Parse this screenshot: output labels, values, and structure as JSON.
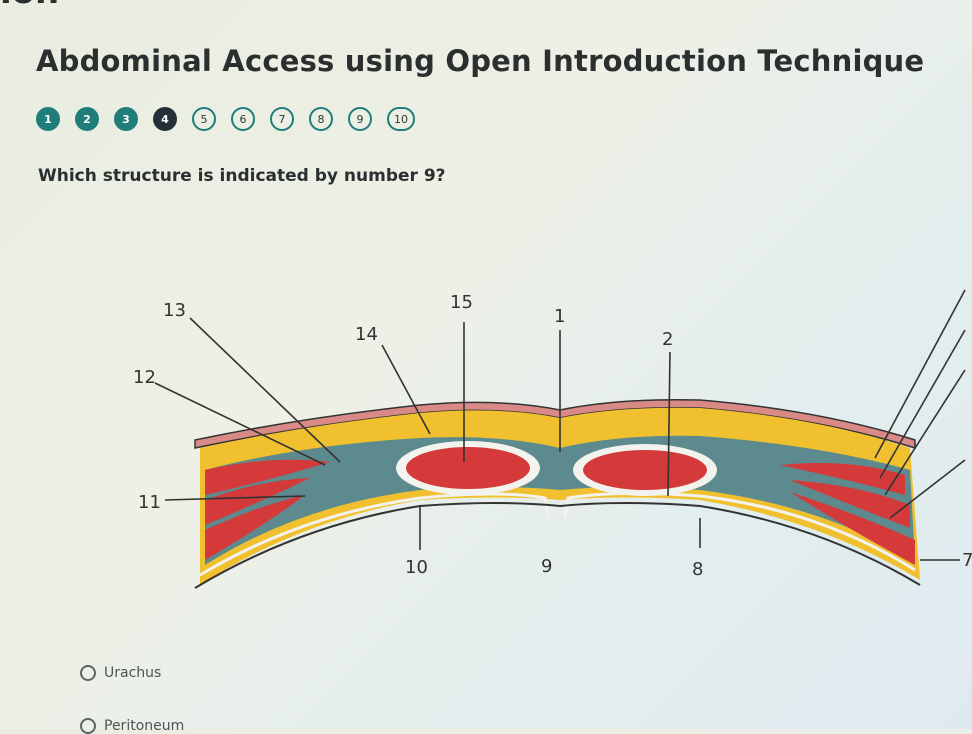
{
  "header": {
    "partial_text": "ion",
    "title": "Abdominal Access using Open Introduction Technique"
  },
  "progress": {
    "steps": [
      "1",
      "2",
      "3",
      "4",
      "5",
      "6",
      "7",
      "8",
      "9",
      "10"
    ],
    "completed": 3,
    "current": "4",
    "colors": {
      "completed": "#1f7e7a",
      "current": "#233038"
    }
  },
  "question": {
    "text": "Which structure is indicated by number 9?"
  },
  "diagram": {
    "labels": {
      "l13": "13",
      "l15": "15",
      "l1": "1",
      "l14": "14",
      "l2": "2",
      "l12": "12",
      "l11": "11",
      "l10": "10",
      "l9": "9",
      "l8": "8",
      "l7": "7"
    },
    "colors": {
      "skin": "#d98a86",
      "fat": "#f0c02e",
      "muscle": "#d43a3a",
      "fascia": "#5c8a8e",
      "membrane": "#f2f2ee"
    }
  },
  "options": [
    {
      "label": "Urachus",
      "selected": false
    },
    {
      "label": "Peritoneum",
      "selected": false
    }
  ]
}
